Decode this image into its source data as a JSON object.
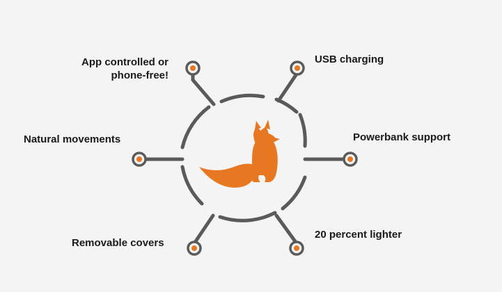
{
  "features": {
    "app_controlled": {
      "line1": "App controlled or",
      "line2": "phone-free!"
    },
    "usb_charging": "USB charging",
    "natural_movements": "Natural movements",
    "powerbank_support": "Powerbank support",
    "removable_covers": "Removable covers",
    "lighter": "20 percent lighter"
  },
  "colors": {
    "accent": "#e87722",
    "line": "#5a5a5a",
    "background": "#f4f4f4",
    "text": "#1a1a1a"
  },
  "icons": {
    "center": "fox-icon"
  }
}
